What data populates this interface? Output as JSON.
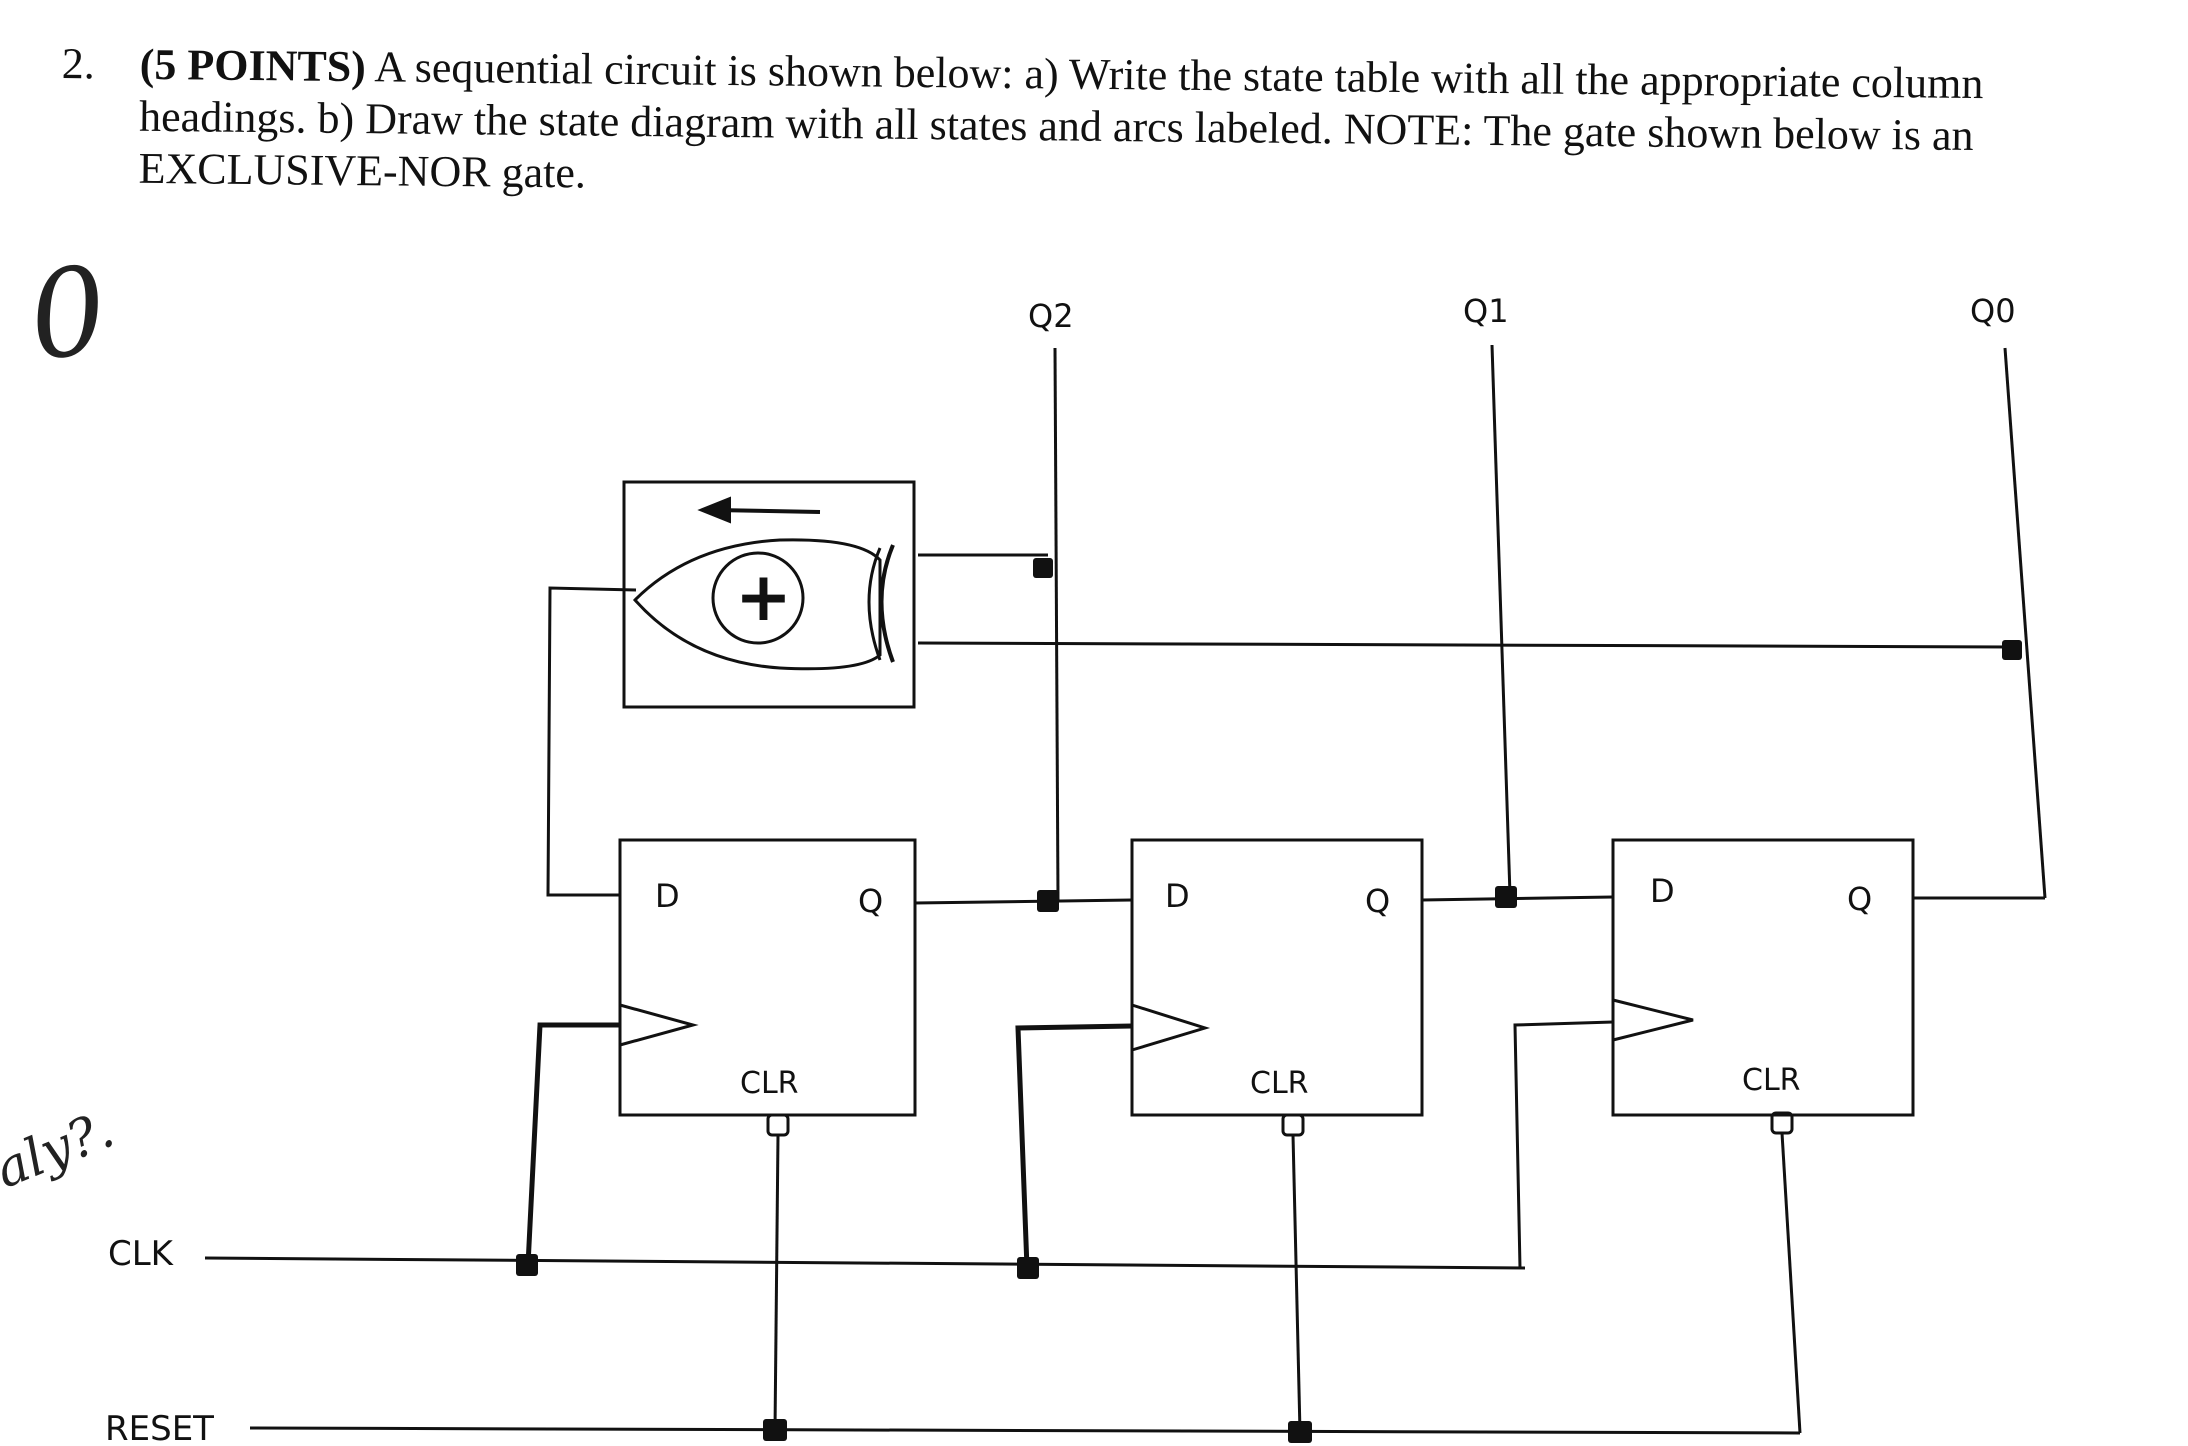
{
  "question": {
    "number": "2.",
    "points": "(5 POINTS)",
    "line1": "A sequential circuit is shown below: a) Write the state table with all the appropriate column",
    "line2": "headings. b) Draw the state diagram with all states and arcs labeled. NOTE: The gate shown below is an",
    "line3": "EXCLUSIVE-NOR gate."
  },
  "handwriting": {
    "mark_zero": "0",
    "margin_note": "aly?."
  },
  "circuit": {
    "outputs": [
      "Q2",
      "Q1",
      "Q0"
    ],
    "gate_symbol": "+",
    "flipflop_labels": {
      "d": "D",
      "q": "Q",
      "clr": "CLR"
    },
    "inputs": {
      "clk": "CLK",
      "reset": "RESET"
    }
  },
  "colors": {
    "ink": "#111111",
    "background": "#ffffff"
  }
}
